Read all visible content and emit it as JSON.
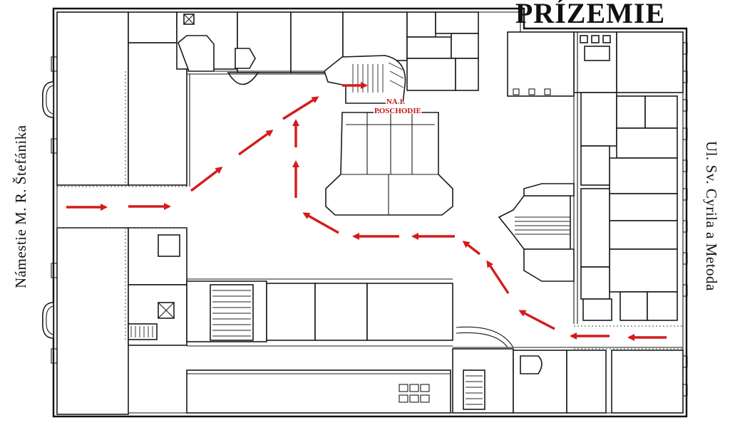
{
  "map": {
    "title": "PRÍZEMIE",
    "left_street_label": "Námestie M. R. Štefánika",
    "right_street_label": "Ul. Sv. Cyrila a Metoda",
    "stairs_label_line1": "NA 1.",
    "stairs_label_line2": "POSCHODIE",
    "route_color": "#d41b1b"
  }
}
